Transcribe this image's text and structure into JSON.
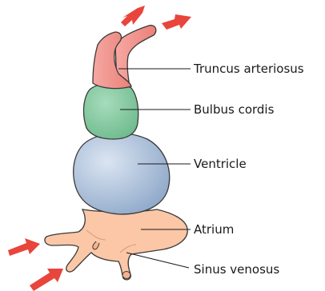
{
  "labels": {
    "truncus": "Truncus arteriosus",
    "bulbus": "Bulbus cordis",
    "ventricle": "Ventricle",
    "atrium": "Atrium",
    "sinus": "Sinus venosus"
  },
  "colors": {
    "truncus": "#f0908a",
    "bulbus": "#7cc49a",
    "ventricle": "#9fb6d4",
    "atrium": "#fbc7a6",
    "arrow": "#e8453c",
    "outline": "#3a3a3a"
  }
}
